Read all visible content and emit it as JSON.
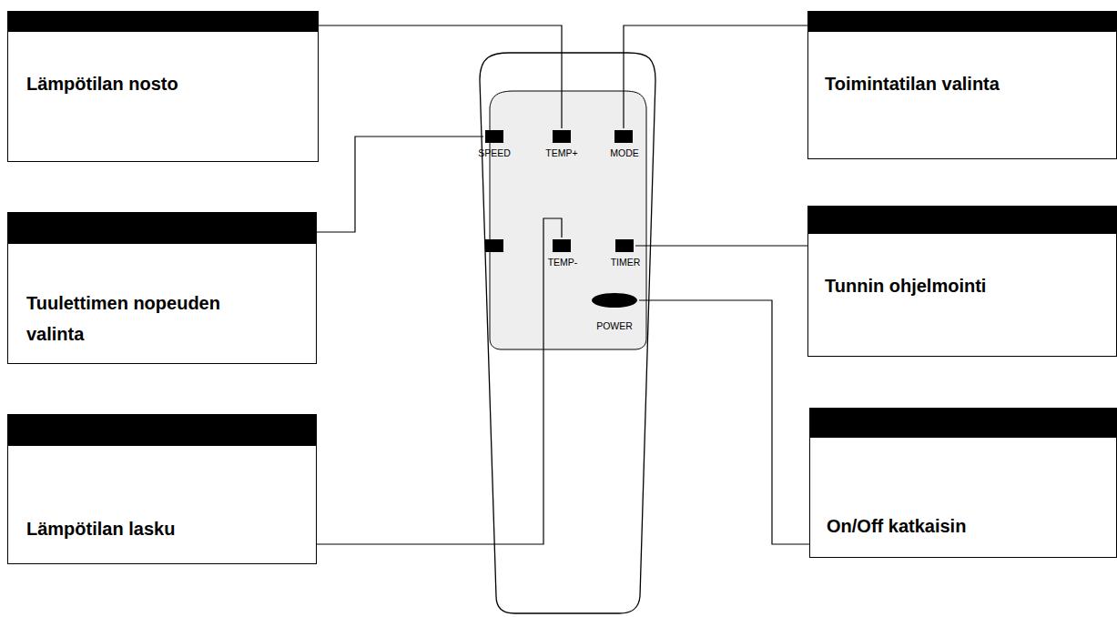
{
  "diagram": {
    "nodes": [
      {
        "text": [
          "Lämpötilan nosto"
        ]
      },
      {
        "text": [
          "Toimintatilan valinta"
        ]
      },
      {
        "text": [
          "Tuulettimen nopeuden valinta"
        ]
      },
      {
        "text": [
          "Tunnin ohjelmointi"
        ]
      },
      {
        "text": [
          "Lämpötilan lasku"
        ]
      },
      {
        "text": [
          "On/Off katkaisin"
        ]
      }
    ],
    "labels": [
      "SPEED",
      "TEMP+",
      "MODE",
      "TEMP-",
      "TIMER",
      "POWER"
    ]
  }
}
